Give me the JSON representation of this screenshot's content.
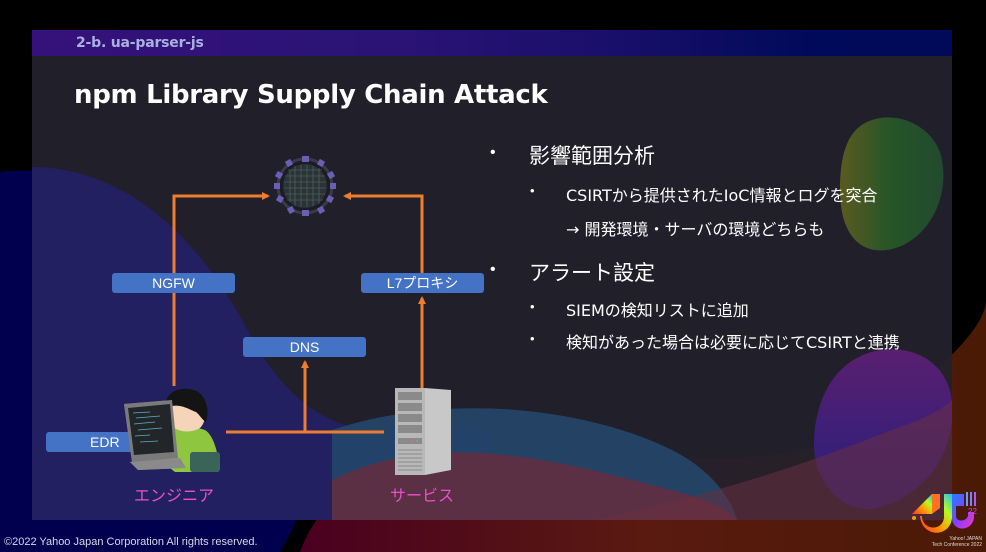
{
  "slide": {
    "section": "2-b. ua-parser-js",
    "title": "npm Library Supply Chain Attack"
  },
  "diagram": {
    "boxes": {
      "ngfw": "NGFW",
      "l7proxy": "L7プロキシ",
      "dns": "DNS",
      "edr": "EDR"
    },
    "nodes": {
      "engineer": "エンジニア",
      "service": "サービス",
      "internet_icon": "globe-virus-icon"
    },
    "colors": {
      "arrow": "#ed7d31",
      "box": "#4472c4",
      "node_label": "#ea4fcf"
    }
  },
  "bullets": [
    {
      "text": "影響範囲分析",
      "children": [
        "CSIRTから提供されたIoC情報とログを突合",
        "→ 開発環境・サーバの環境どちらも"
      ]
    },
    {
      "text": "アラート設定",
      "children": [
        "SIEMの検知リストに追加",
        "検知があった場合は必要に応じてCSIRTと連携"
      ]
    }
  ],
  "bullet_glyph": "•",
  "footer": "©2022 Yahoo Japan Corporation All rights reserved.",
  "logo": {
    "badge": "22",
    "line1": "Yahoo! JAPAN",
    "line2": "Tech Conference 2022"
  }
}
